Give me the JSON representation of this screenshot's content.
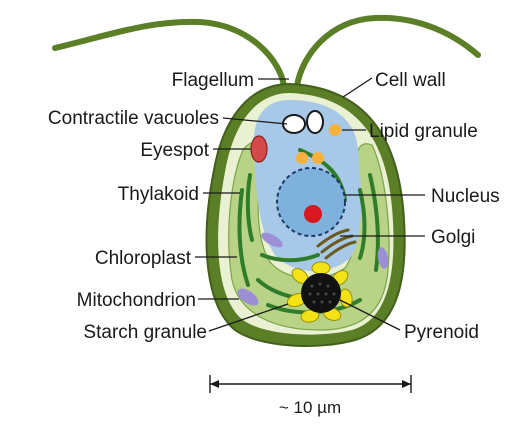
{
  "diagram": {
    "labels": {
      "flagellum": "Flagellum",
      "cell_wall": "Cell wall",
      "contractile_vacuoles": "Contractile vacuoles",
      "lipid_granule": "Lipid granule",
      "eyespot": "Eyespot",
      "thylakoid": "Thylakoid",
      "nucleus": "Nucleus",
      "golgi": "Golgi",
      "chloroplast": "Chloroplast",
      "mitochondrion": "Mitochondrion",
      "starch_granule": "Starch granule",
      "pyrenoid": "Pyrenoid"
    },
    "scale_bar": "~ 10 µm"
  },
  "colors": {
    "cell_wall": "#5b7f27",
    "cytoplasm": "#e9f1d2",
    "chloroplast": "#b8d386",
    "thylakoid": "#2f7d2a",
    "inner_region": "#a8c8e8",
    "nucleus": "#7fb1dd",
    "nucleolus": "#d9171e",
    "lipid": "#f6b13c",
    "eyespot": "#d44a4a",
    "starch": "#f3e216",
    "pyrenoid": "#111111",
    "mitochondrion": "#9b8fd6"
  }
}
